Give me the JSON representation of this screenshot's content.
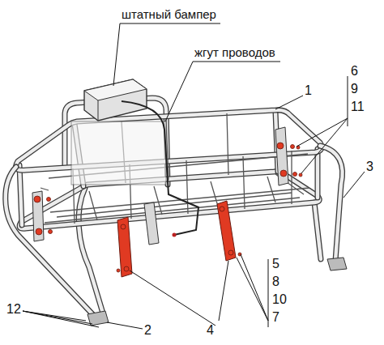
{
  "diagram": {
    "labels": [
      "штатный бампер",
      "жгут проводов",
      "1",
      "6",
      "9",
      "11",
      "3",
      "5",
      "8",
      "10",
      "7",
      "12",
      "2",
      "4"
    ]
  }
}
